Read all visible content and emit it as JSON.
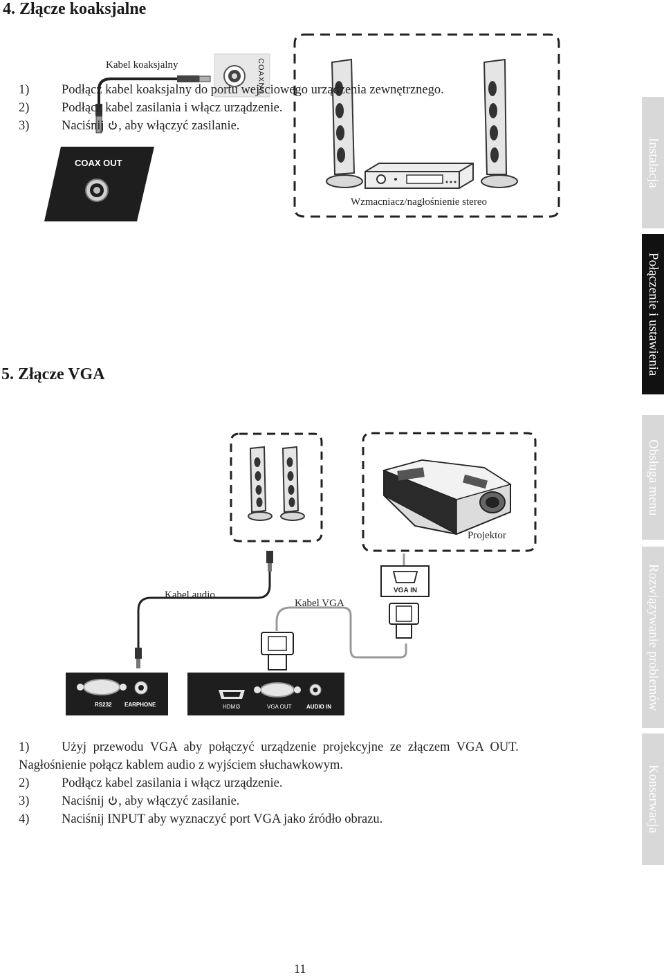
{
  "section4": {
    "title": "4. Złącze koaksjalne",
    "cable_label": "Kabel koaksjalny",
    "coax_out_label": "COAX OUT",
    "coaxial_label": "COAXIAL",
    "amplifier_label": "Wzmacniacz/nagłośnienie stereo",
    "steps": [
      {
        "num": "1)",
        "text": "Podłącz kabel koaksjalny do portu wejściowego urządzenia zewnętrznego."
      },
      {
        "num": "2)",
        "text": "Podłącz kabel zasilania i włącz urządzenie."
      },
      {
        "num": "3)",
        "text_before": "Naciśnij",
        "text_after": ", aby włączyć zasilanie."
      }
    ]
  },
  "section5": {
    "title": "5. Złącze VGA",
    "audio_cable_label": "Kabel audio",
    "vga_cable_label": "Kabel VGA",
    "projector_label": "Projektor",
    "vga_in_label": "VGA IN",
    "ports_left": [
      "RS232",
      "EARPHONE"
    ],
    "ports_right": [
      "HDMI3",
      "VGA OUT",
      "AUDIO IN"
    ],
    "steps": [
      {
        "num": "1)",
        "text": "Użyj przewodu VGA aby połączyć urządzenie projekcyjne ze złączem VGA OUT."
      },
      {
        "num": "",
        "text": "Nagłośnienie połącz kablem audio z wyjściem słuchawkowym."
      },
      {
        "num": "2)",
        "text": "Podłącz kabel zasilania i włącz urządzenie."
      },
      {
        "num": "3)",
        "text_before": "Naciśnij",
        "text_after": ", aby włączyć zasilanie."
      },
      {
        "num": "4)",
        "text": "Naciśnij INPUT aby wyznaczyć port VGA jako źródło obrazu."
      }
    ]
  },
  "side_tabs": [
    {
      "label": "Instalacja",
      "active": false
    },
    {
      "label": "Połączenie i ustawienia",
      "active": true
    },
    {
      "label": "Obsługa menu",
      "active": false
    },
    {
      "label": "Rozwiązywanie problemów",
      "active": false
    },
    {
      "label": "Konserwacja",
      "active": false
    }
  ],
  "page_number": "11",
  "icons": {
    "power": "power-icon"
  },
  "colors": {
    "tab_active": "#111111",
    "tab_inactive": "#d8d8d8",
    "panel": "#1e1e1e"
  }
}
